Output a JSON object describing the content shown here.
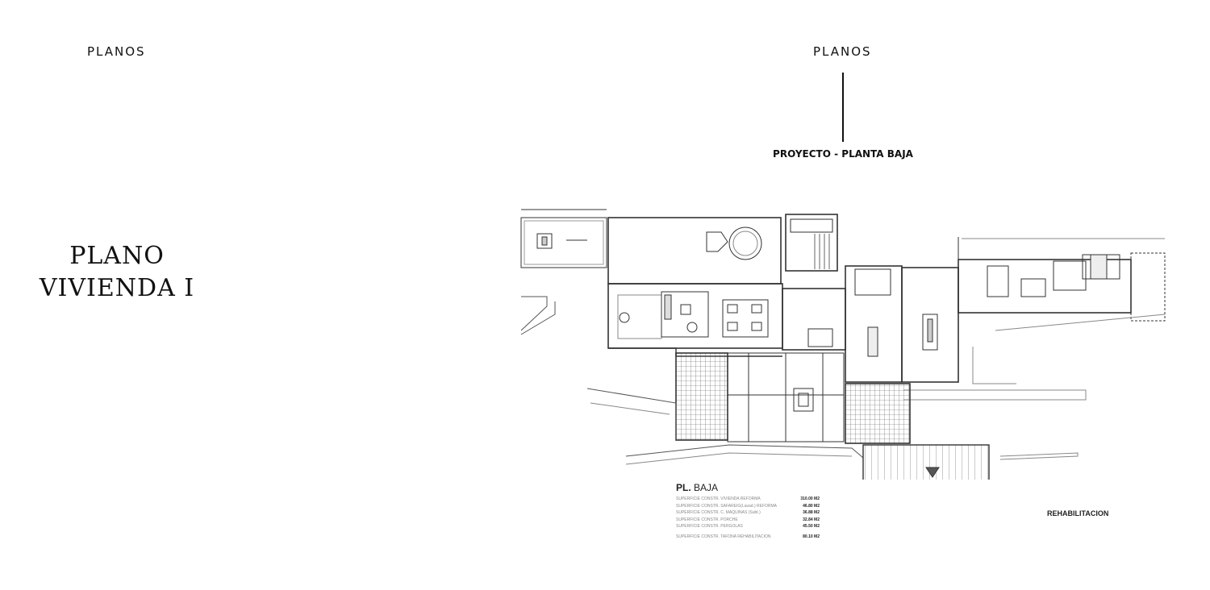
{
  "header": {
    "left_label": "PLANOS",
    "right_label": "PLANOS"
  },
  "title": {
    "line1": "PLANO",
    "line2": "VIVIENDA I"
  },
  "plan": {
    "subtitle": "PROYECTO - PLANTA BAJA",
    "stamp": "REHABILITACION"
  },
  "legend": {
    "title_prefix": "PL.",
    "title_suffix": "BAJA",
    "rows": [
      {
        "label": "SUPERFICIE CONSTR. VIVIENDA REFORMA",
        "value": "310.00 M2"
      },
      {
        "label": "SUPERFICIE CONSTR. SAFAREIG(Lavad.) REFORMA",
        "value": "46.80 M2"
      },
      {
        "label": "SUPERFICIE CONSTR. C. MAQUINAS (Subt.)",
        "value": "36.88 M2"
      },
      {
        "label": "SUPERFICIE CONSTR. PORCHE",
        "value": "32.84 M2"
      },
      {
        "label": "SUPERFICIE CONSTR. PERGOLAS",
        "value": "45.50 M2"
      },
      {
        "label": "SUPERFICIE CONSTR. TAFONA REHABILITACION",
        "value": "80.10 M2"
      }
    ]
  },
  "colors": {
    "ink": "#111111",
    "line": "#333333",
    "faint": "#888888"
  }
}
